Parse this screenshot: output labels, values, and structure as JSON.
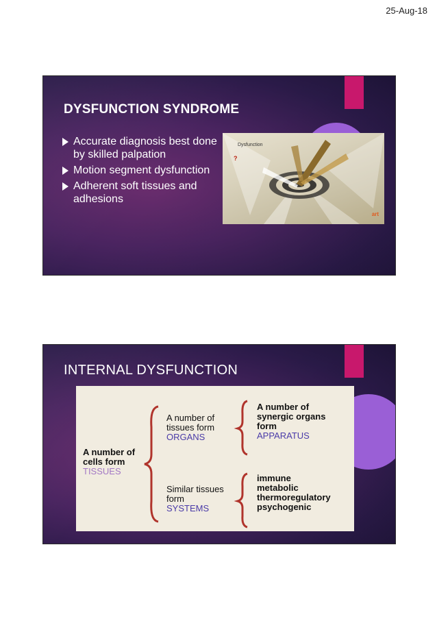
{
  "header": {
    "date": "25-Aug-18"
  },
  "slide1": {
    "title": "DYSFUNCTION SYNDROME",
    "bullets": [
      "Accurate diagnosis best done by skilled palpation",
      "Motion segment dysfunction",
      "Adherent soft tissues and adhesions"
    ],
    "image": {
      "top_label": "Dysfunction",
      "question_mark": "?",
      "brand_text": "art"
    }
  },
  "slide2": {
    "title": "INTERNAL DYSFUNCTION",
    "diagram": {
      "root": {
        "line1": "A number of",
        "line2": "cells form",
        "line3": "TISSUES"
      },
      "organs": {
        "line1": "A number of",
        "line2": "tissues form",
        "line3": "ORGANS"
      },
      "systems": {
        "line1": "Similar tissues",
        "line2": "form",
        "line3": "SYSTEMS"
      },
      "apparatus": {
        "line1": "A number of",
        "line2": "synergic organs",
        "line3": "form",
        "line4": "APPARATUS"
      },
      "system_types": {
        "line1": "immune",
        "line2": "metabolic",
        "line3": "thermoregulatory",
        "line4": "psychogenic"
      }
    }
  },
  "colors": {
    "slide_bg": "#4a2460",
    "accent_pink": "#c8186c",
    "accent_purple": "#9a5fd6",
    "diagram_blue": "#4a3ba8",
    "diagram_lilac": "#a378c5"
  }
}
